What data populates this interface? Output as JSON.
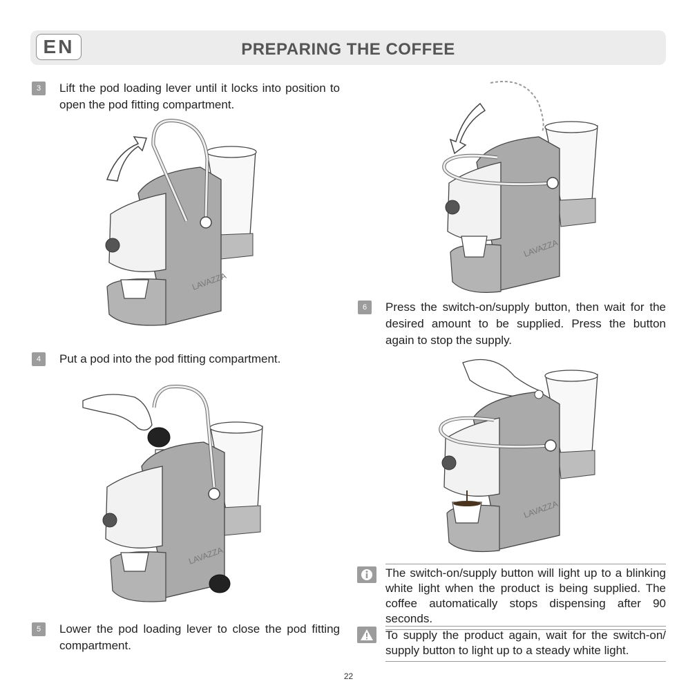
{
  "header": {
    "lang": "EN",
    "title": "PREPARING THE COFFEE"
  },
  "steps": [
    {
      "num": "3",
      "text": "Lift the pod loading lever until it locks into position to open the pod fitting compartment."
    },
    {
      "num": "4",
      "text": "Put a pod into the pod fitting compartment."
    },
    {
      "num": "5",
      "text": "Lower the pod loading lever to close the pod fitting compartment."
    },
    {
      "num": "6",
      "text": "Press the switch-on/supply button, then wait for the desired amount to be supplied. Press the button again to stop the supply."
    }
  ],
  "notes": [
    {
      "icon": "info-icon",
      "text": "The switch-on/supply button will light up to a blinking white light when the product is being supplied. The coffee automatically stops dispensing after 90 seconds."
    },
    {
      "icon": "warning-icon",
      "text": "To supply the product again, wait for the switch-on/ supply button to light up to a steady white light."
    }
  ],
  "illustrations": {
    "brand_text": "LAVAZZA"
  },
  "page_number": "22"
}
